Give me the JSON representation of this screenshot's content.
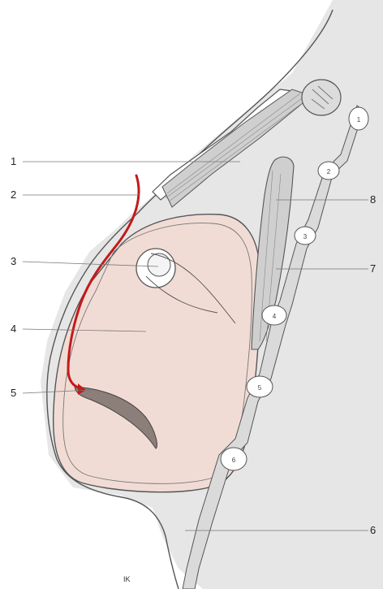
{
  "figure": {
    "callouts": [
      {
        "id": "1",
        "text": "1"
      },
      {
        "id": "2",
        "text": "2"
      },
      {
        "id": "3",
        "text": "3"
      },
      {
        "id": "4",
        "text": "4"
      },
      {
        "id": "5",
        "text": "5"
      },
      {
        "id": "6",
        "text": "6"
      },
      {
        "id": "7",
        "text": "7"
      },
      {
        "id": "8",
        "text": "8"
      }
    ],
    "nerve_segment_numbers": [
      "1",
      "2",
      "3",
      "4",
      "5",
      "6"
    ],
    "signature": "IK",
    "colors": {
      "outline": "#555555",
      "tissue_band": "#e3e3e3",
      "eye_tissue": "#f2dcd6",
      "arrow": "#c41a1a",
      "muscle": "#c7c7c7",
      "nerve_sheath": "#ffffff",
      "background": "#ffffff"
    }
  }
}
